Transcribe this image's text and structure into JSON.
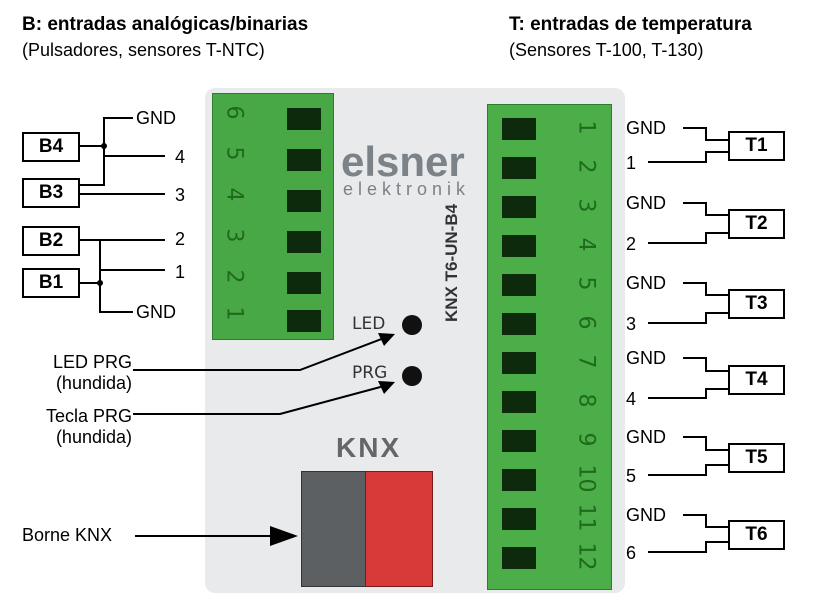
{
  "header_left": {
    "title": "B: entradas analógicas/binarias",
    "subtitle": "(Pulsadores, sensores T-NTC)"
  },
  "header_right": {
    "title": "T: entradas de temperatura",
    "subtitle": "(Sensores T-100, T-130)"
  },
  "left_inputs": {
    "boxes": [
      "B4",
      "B3",
      "B2",
      "B1"
    ],
    "labels": [
      "GND",
      "4",
      "3",
      "2",
      "1",
      "GND"
    ]
  },
  "right_inputs": {
    "boxes": [
      "T1",
      "T2",
      "T3",
      "T4",
      "T5",
      "T6"
    ],
    "gnd_label": "GND",
    "numbers": [
      "1",
      "2",
      "3",
      "4",
      "5",
      "6"
    ]
  },
  "device": {
    "brand": "elsner",
    "brand_sub": "elektronik",
    "led_label": "LED",
    "prg_label": "PRG",
    "knx_logo": "KNX",
    "model": "KNX T6-UN-B4",
    "left_terminal_numbers": [
      "6",
      "5",
      "4",
      "3",
      "2",
      "1"
    ],
    "right_terminal_numbers": [
      "1",
      "2",
      "3",
      "4",
      "5",
      "6",
      "7",
      "8",
      "9",
      "10",
      "11",
      "12"
    ]
  },
  "callouts": {
    "led_prg_line1": "LED PRG",
    "led_prg_line2": "(hundida)",
    "tecla_prg_line1": "Tecla PRG",
    "tecla_prg_line2": "(hundida)",
    "borne_knx": "Borne KNX"
  }
}
